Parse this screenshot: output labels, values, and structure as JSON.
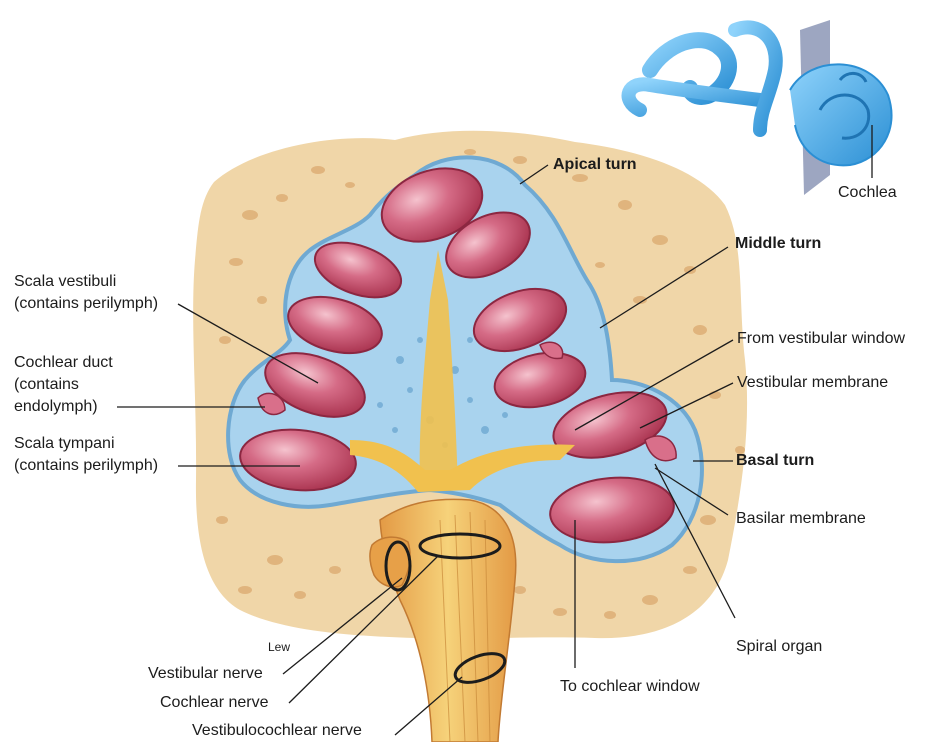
{
  "labels": {
    "apical_turn": "Apical turn",
    "middle_turn": "Middle turn",
    "cochlea": "Cochlea",
    "from_vestibular_window": "From vestibular window",
    "vestibular_membrane": "Vestibular membrane",
    "basal_turn": "Basal turn",
    "basilar_membrane": "Basilar membrane",
    "spiral_organ": "Spiral organ",
    "to_cochlear_window": "To cochlear window",
    "scala_vestibuli_1": "Scala vestibuli",
    "scala_vestibuli_2": "(contains perilymph)",
    "cochlear_duct_1": "Cochlear duct",
    "cochlear_duct_2": "(contains",
    "cochlear_duct_3": "endolymph)",
    "scala_tympani_1": "Scala tympani",
    "scala_tympani_2": "(contains perilymph)",
    "vestibular_nerve": "Vestibular nerve",
    "cochlear_nerve": "Cochlear nerve",
    "vestibulocochlear_nerve": "Vestibulocochlear nerve",
    "artist_signature": "Lew"
  },
  "colors": {
    "bone": "#f0d6a8",
    "bone_spot": "#dba96f",
    "perilymph_blue": "#a9d3ee",
    "blue_outline": "#6fa9d2",
    "chamber_pink": "#c24a6b",
    "chamber_highlight": "#f0b7c4",
    "nerve_yellow": "#f1c14e",
    "nerve_orange": "#e7a048",
    "leader_line": "#1c1c1c",
    "inset_cochlea": "#4fb3ea",
    "inset_plane": "#8c97b6"
  }
}
